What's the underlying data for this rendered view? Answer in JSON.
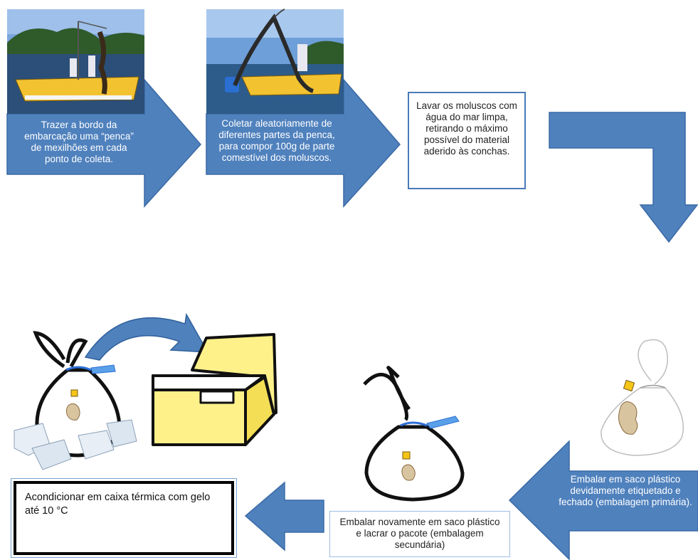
{
  "steps": [
    {
      "id": "step1",
      "text": "Trazer a bordo da embarcação uma “penca” de mexilhões em cada ponto de coleta."
    },
    {
      "id": "step2",
      "text": "Coletar aleatoriamente de diferentes partes da penca, para compor 100g de parte comestível dos moluscos."
    },
    {
      "id": "step3",
      "text": "Lavar os moluscos com água do mar limpa, retirando o máximo possível do material aderido às conchas."
    },
    {
      "id": "step4",
      "text": "Embalar em saco plástico devidamente etiquetado e fechado (embalagem primária)."
    },
    {
      "id": "step5",
      "text": "Embalar novamente em saco plástico e lacrar o pacote (embalagem secundária)"
    },
    {
      "id": "step6",
      "text": "Acondicionar em caixa térmica com gelo até 10 °C"
    }
  ],
  "colors": {
    "arrow_fill": "#4f81bd",
    "arrow_stroke": "#3a6aa5",
    "box_border": "#4a7ab8",
    "cooler_fill": "#fff18a",
    "sky": "#6f9fd8",
    "water": "#2d5c8a",
    "boat": "#f2c230"
  }
}
